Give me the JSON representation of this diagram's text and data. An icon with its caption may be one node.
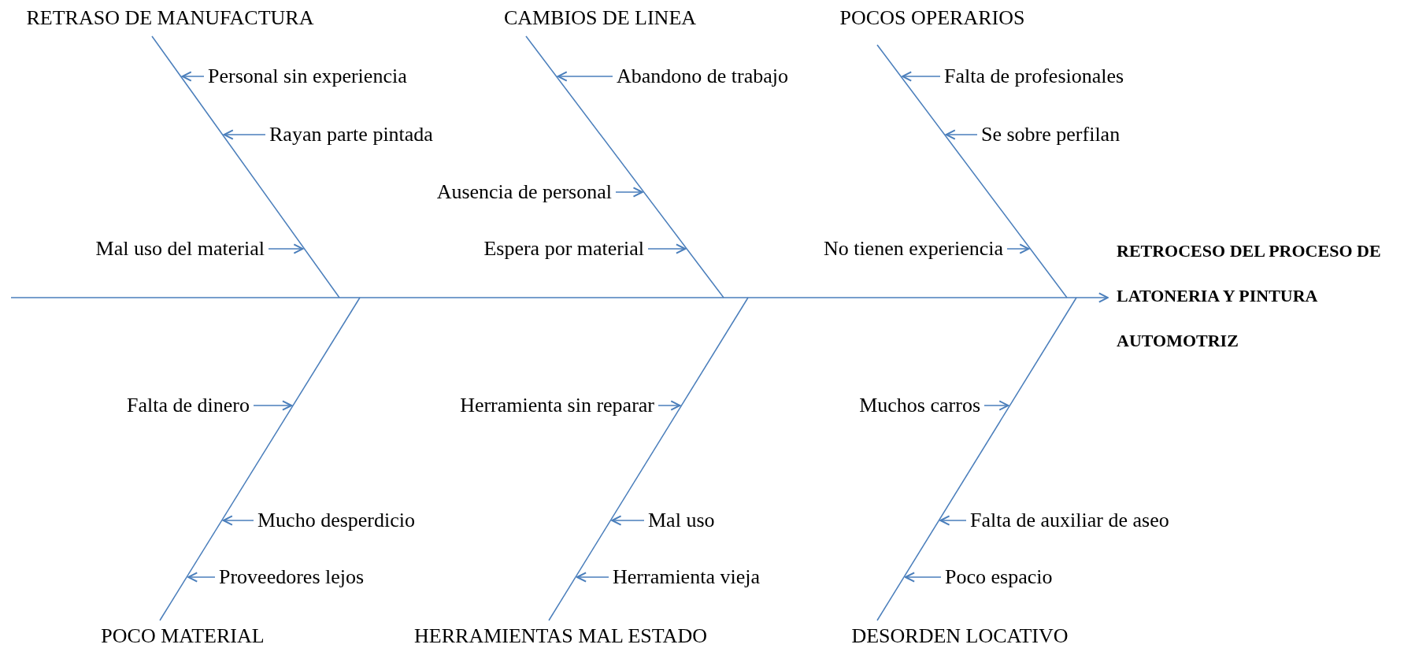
{
  "diagram": {
    "nodes": [
      {
        "text": [
          "RETROCESO DEL PROCESO DE LATONERIA Y PINTURA AUTOMOTRIZ"
        ]
      },
      {
        "text": [
          "RETRASO DE MANUFACTURA"
        ]
      },
      {
        "text": [
          "CAMBIOS DE LINEA"
        ]
      },
      {
        "text": [
          "POCOS OPERARIOS"
        ]
      },
      {
        "text": [
          "POCO MATERIAL"
        ]
      },
      {
        "text": [
          "HERRAMIENTAS MAL ESTADO"
        ]
      },
      {
        "text": [
          "DESORDEN LOCATIVO"
        ]
      },
      {
        "text": [
          "Personal sin experiencia"
        ]
      },
      {
        "text": [
          "Rayan parte pintada"
        ]
      },
      {
        "text": [
          "Mal uso del material"
        ]
      },
      {
        "text": [
          "Abandono de trabajo"
        ]
      },
      {
        "text": [
          "Ausencia de personal"
        ]
      },
      {
        "text": [
          "Espera por material"
        ]
      },
      {
        "text": [
          "Falta de profesionales"
        ]
      },
      {
        "text": [
          "Se sobre perfilan"
        ]
      },
      {
        "text": [
          "No tienen experiencia"
        ]
      },
      {
        "text": [
          "Falta de dinero"
        ]
      },
      {
        "text": [
          "Mucho desperdicio"
        ]
      },
      {
        "text": [
          "Proveedores lejos"
        ]
      },
      {
        "text": [
          "Herramienta sin reparar"
        ]
      },
      {
        "text": [
          "Mal uso"
        ]
      },
      {
        "text": [
          "Herramienta vieja"
        ]
      },
      {
        "text": [
          "Muchos carros"
        ]
      },
      {
        "text": [
          "Falta de auxiliar de aseo"
        ]
      },
      {
        "text": [
          "Poco espacio"
        ]
      }
    ],
    "edges": [
      {
        "from": null,
        "to": 0,
        "arrow": "to"
      },
      {
        "from": 1,
        "to": 0,
        "arrow": "to"
      },
      {
        "from": 2,
        "to": 0,
        "arrow": "to"
      },
      {
        "from": 3,
        "to": 0,
        "arrow": "to"
      },
      {
        "from": 4,
        "to": 0,
        "arrow": "to"
      },
      {
        "from": 5,
        "to": 0,
        "arrow": "to"
      },
      {
        "from": 6,
        "to": 0,
        "arrow": "to"
      },
      {
        "from": 7,
        "to": null,
        "arrow": "to"
      },
      {
        "from": 8,
        "to": null,
        "arrow": "to"
      },
      {
        "from": 9,
        "to": null,
        "arrow": "to"
      },
      {
        "from": 10,
        "to": null,
        "arrow": "to"
      },
      {
        "from": 11,
        "to": null,
        "arrow": "to"
      },
      {
        "from": 12,
        "to": null,
        "arrow": "to"
      },
      {
        "from": 13,
        "to": null,
        "arrow": "to"
      },
      {
        "from": 14,
        "to": null,
        "arrow": "to"
      },
      {
        "from": 15,
        "to": null,
        "arrow": "to"
      },
      {
        "from": 16,
        "to": null,
        "arrow": "to"
      },
      {
        "from": 17,
        "to": null,
        "arrow": "to"
      },
      {
        "from": 18,
        "to": null,
        "arrow": "to"
      },
      {
        "from": 19,
        "to": null,
        "arrow": "to"
      },
      {
        "from": 20,
        "to": null,
        "arrow": "to"
      },
      {
        "from": 21,
        "to": null,
        "arrow": "to"
      },
      {
        "from": 22,
        "to": null,
        "arrow": "to"
      },
      {
        "from": 23,
        "to": null,
        "arrow": "to"
      },
      {
        "from": 24,
        "to": null,
        "arrow": "to"
      }
    ]
  }
}
